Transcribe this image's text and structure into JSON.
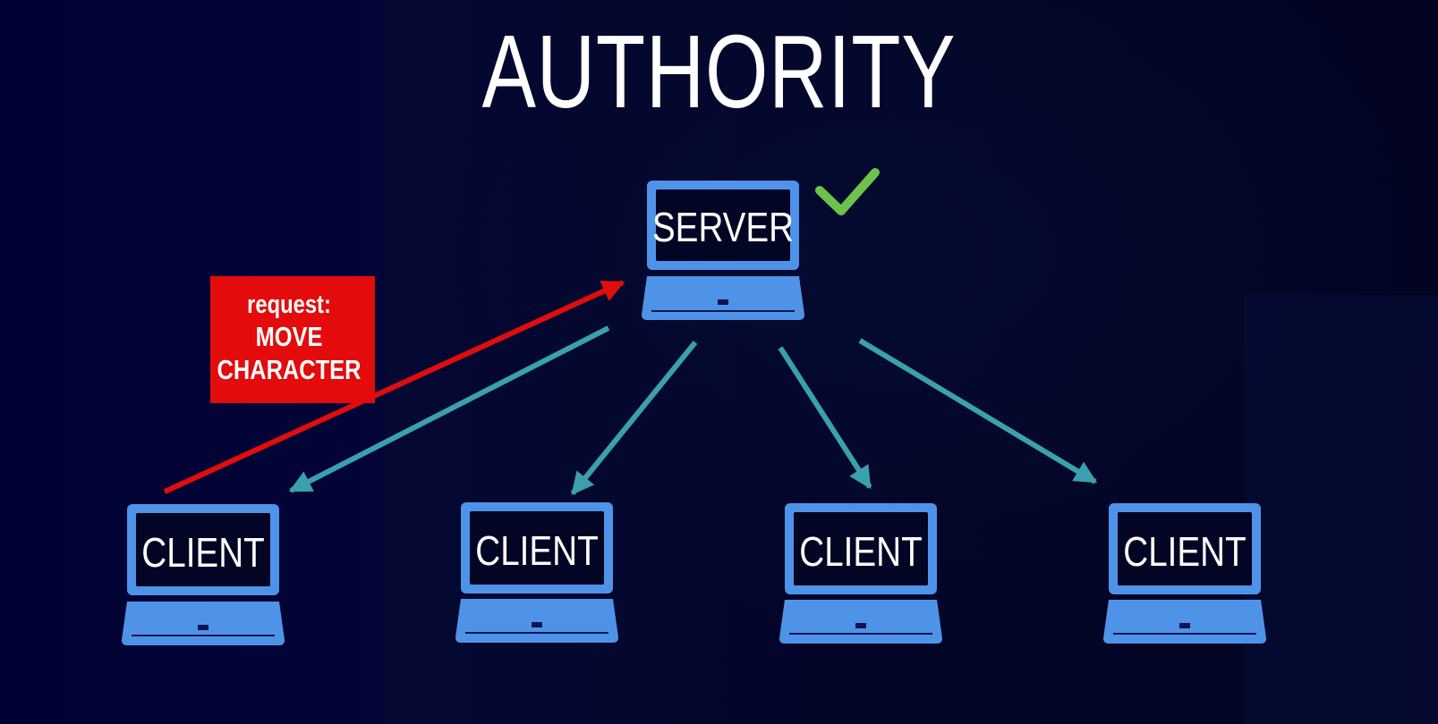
{
  "title": "AUTHORITY",
  "server": {
    "label": "SERVER",
    "status_icon": "checkmark-icon",
    "status_color": "#6cc24a"
  },
  "clients": [
    {
      "label": "CLIENT"
    },
    {
      "label": "CLIENT"
    },
    {
      "label": "CLIENT"
    },
    {
      "label": "CLIENT"
    }
  ],
  "request": {
    "line1": "request:",
    "line2": "MOVE",
    "line3": "CHARACTER"
  },
  "colors": {
    "laptop": "#4f93e8",
    "screen": "#030524",
    "request_box": "#e30b0b",
    "request_arrow": "#e00d0d",
    "broadcast_arrow": "#3aa0ad",
    "background": "#020526"
  }
}
